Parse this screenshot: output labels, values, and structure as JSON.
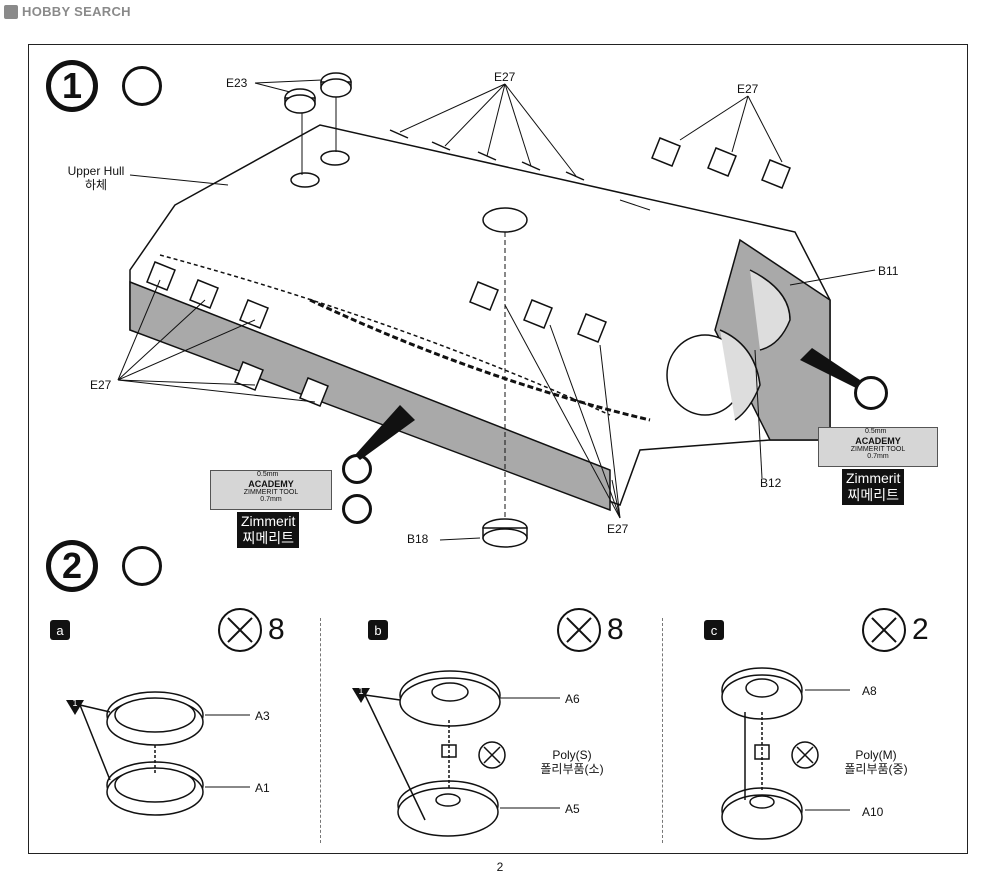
{
  "watermark": "HOBBY SEARCH",
  "page_number": "2",
  "step1": {
    "number": "1",
    "labels": {
      "e23": "E23",
      "e27_top_a": "E27",
      "e27_top_b": "E27",
      "e27_left": "E27",
      "e27_bottom": "E27",
      "upper_hull_en": "Upper Hull",
      "upper_hull_ko": "하체",
      "b11": "B11",
      "b12": "B12",
      "b18": "B18"
    },
    "zimmerit_left": {
      "en": "Zimmerit",
      "ko": "찌메리트",
      "brand": "ACADEMY",
      "tool": "ZIMMERIT TOOL",
      "thick_a": "0.7mm",
      "thick_b": "0.5mm"
    },
    "zimmerit_right": {
      "en": "Zimmerit",
      "ko": "찌메리트",
      "brand": "ACADEMY",
      "tool": "ZIMMERIT TOOL",
      "thick_a": "0.7mm",
      "thick_b": "0.5mm"
    }
  },
  "step2": {
    "number": "2",
    "sub_a": {
      "letter": "a",
      "qty": "8",
      "ref": "1",
      "parts": {
        "top": "A3",
        "bottom": "A1"
      }
    },
    "sub_b": {
      "letter": "b",
      "qty": "8",
      "ref": "1",
      "parts": {
        "top": "A6",
        "poly": "Poly(S)",
        "poly_ko": "폴리부품(소)",
        "bottom": "A5"
      }
    },
    "sub_c": {
      "letter": "c",
      "qty": "2",
      "parts": {
        "top": "A8",
        "poly": "Poly(M)",
        "poly_ko": "폴리부품(중)",
        "bottom": "A10"
      }
    }
  },
  "colors": {
    "line": "#111111",
    "hull_shade": "#a9a9a9",
    "plate": "#d6d6d6"
  }
}
